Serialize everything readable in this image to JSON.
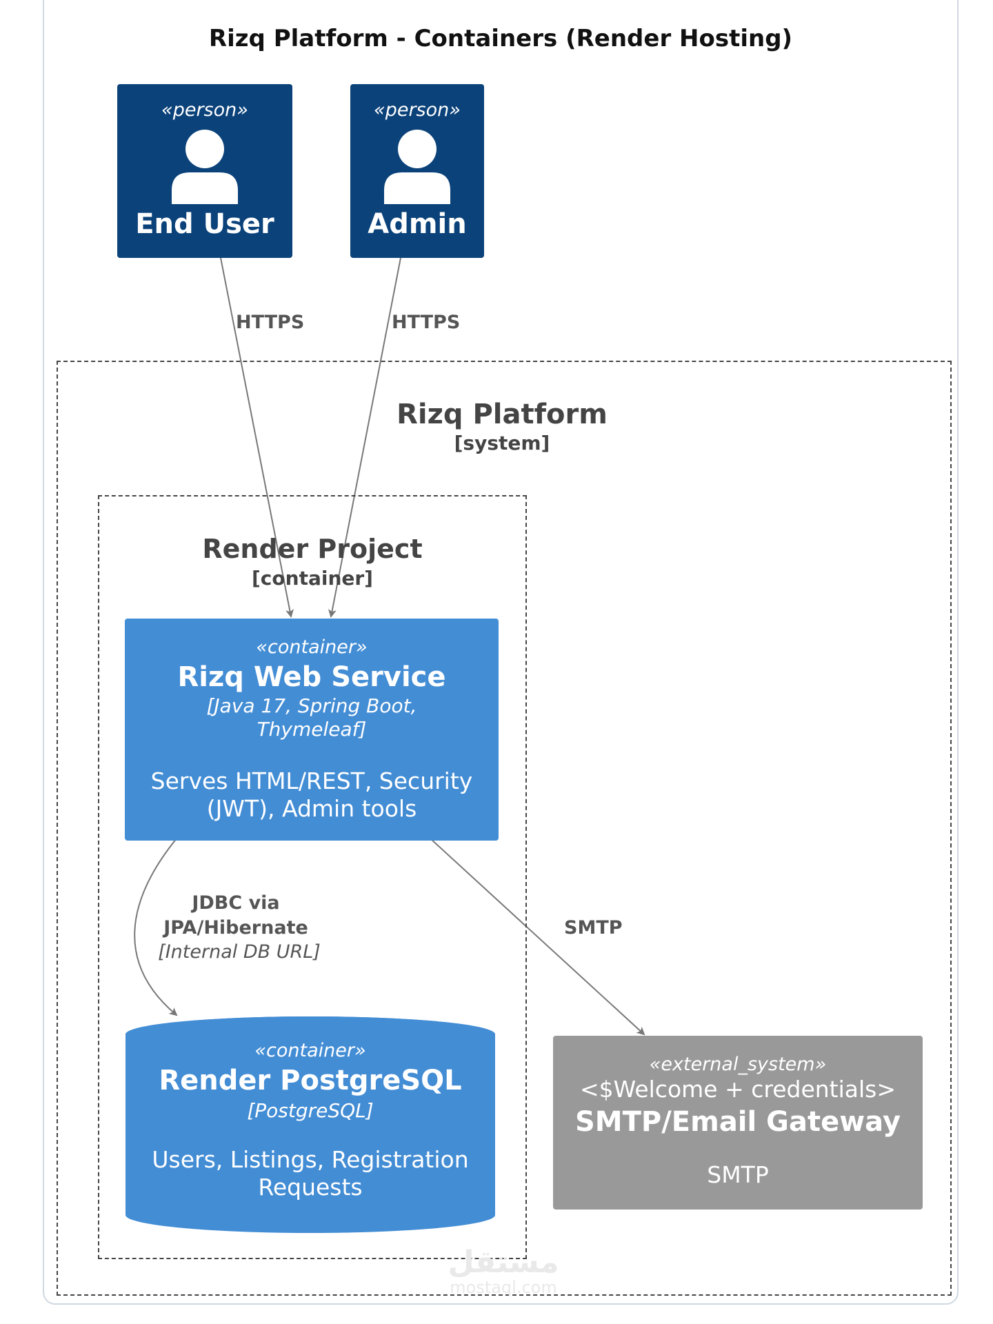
{
  "diagram": {
    "title": "Rizq Platform - Containers (Render Hosting)",
    "persons": {
      "end_user": {
        "stereotype": "«person»",
        "name": "End User"
      },
      "admin": {
        "stereotype": "«person»",
        "name": "Admin"
      }
    },
    "system_boundary": {
      "name": "Rizq Platform",
      "type": "[system]"
    },
    "project_boundary": {
      "name": "Render Project",
      "type": "[container]"
    },
    "web_service": {
      "stereotype": "«container»",
      "name": "Rizq Web Service",
      "tech_line1": "[Java 17, Spring Boot,",
      "tech_line2": "Thymeleaf]",
      "desc_line1": "Serves HTML/REST, Security",
      "desc_line2": "(JWT), Admin tools"
    },
    "database": {
      "stereotype": "«container»",
      "name": "Render PostgreSQL",
      "tech": "[PostgreSQL]",
      "desc_line1": "Users, Listings, Registration",
      "desc_line2": "Requests"
    },
    "smtp_gateway": {
      "stereotype": "«external_system»",
      "extra": "<$Welcome + credentials>",
      "name": "SMTP/Email Gateway",
      "desc": "SMTP"
    },
    "edges": {
      "user_https": "HTTPS",
      "admin_https": "HTTPS",
      "jdbc_line1": "JDBC via",
      "jdbc_line2": "JPA/Hibernate",
      "jdbc_tech": "[Internal DB URL]",
      "smtp": "SMTP"
    },
    "colors": {
      "person": "#0b427a",
      "container": "#438dd5",
      "external_system": "#999999",
      "edge": "#777777"
    }
  },
  "watermark": {
    "text": "مستقل",
    "sub": "mostaql.com"
  }
}
